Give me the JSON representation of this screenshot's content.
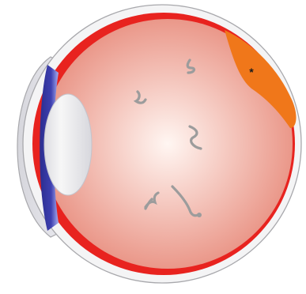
{
  "diagram": {
    "annotations": [
      {
        "id": "retinal-tear",
        "label": "*"
      }
    ],
    "colors": {
      "background": "#ffffff",
      "sclera": "#f4f4f5",
      "outline": "#a8a8ac",
      "choroid": "#e8231f",
      "vitreous_center": "#fff6f2",
      "vitreous_edge": "#e88e7f",
      "detached_retina": "#f0771a",
      "cornea": "#e9e9ef",
      "iris": "#3d3fb0",
      "lens": "#f7f7f7",
      "floaters": "#9c9c9c"
    },
    "floaters": [
      {
        "name": "floater-upper-center"
      },
      {
        "name": "floater-upper-left"
      },
      {
        "name": "floater-center"
      },
      {
        "name": "floater-lower-left"
      },
      {
        "name": "floater-lower-right"
      }
    ]
  }
}
